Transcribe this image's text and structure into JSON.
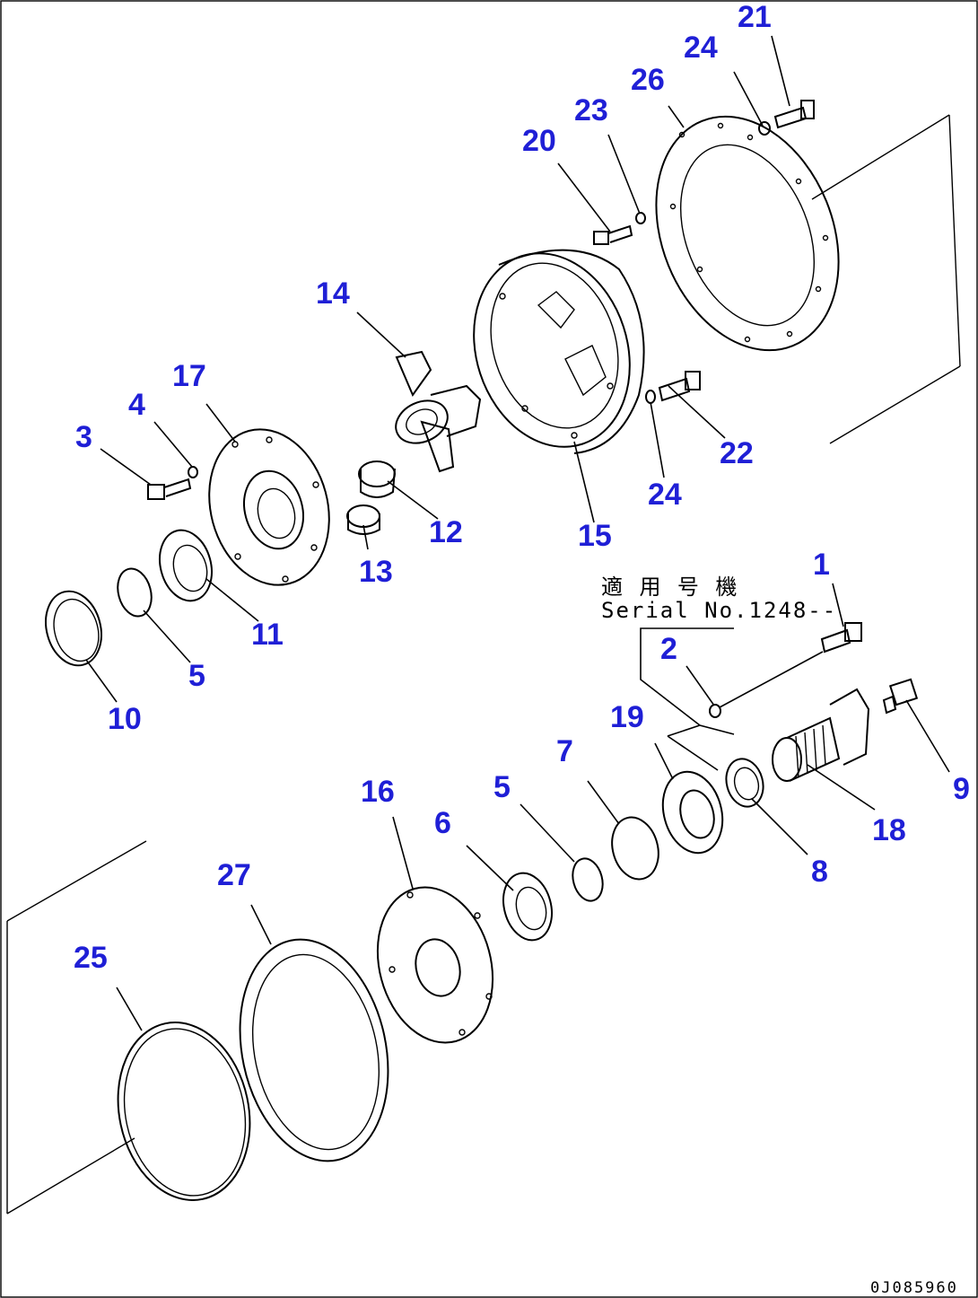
{
  "callouts": {
    "c1": "1",
    "c2": "2",
    "c3": "3",
    "c4": "4",
    "c5a": "5",
    "c5b": "5",
    "c6": "6",
    "c7": "7",
    "c8": "8",
    "c9": "9",
    "c10": "10",
    "c11": "11",
    "c12": "12",
    "c13": "13",
    "c14": "14",
    "c15": "15",
    "c16": "16",
    "c17": "17",
    "c18": "18",
    "c19": "19",
    "c20": "20",
    "c21": "21",
    "c22": "22",
    "c23": "23",
    "c24a": "24",
    "c24b": "24",
    "c25": "25",
    "c26": "26",
    "c27": "27"
  },
  "note": {
    "line1": "適 用 号 機",
    "line2": "Serial No.1248--"
  },
  "drawing_code": "0J085960"
}
